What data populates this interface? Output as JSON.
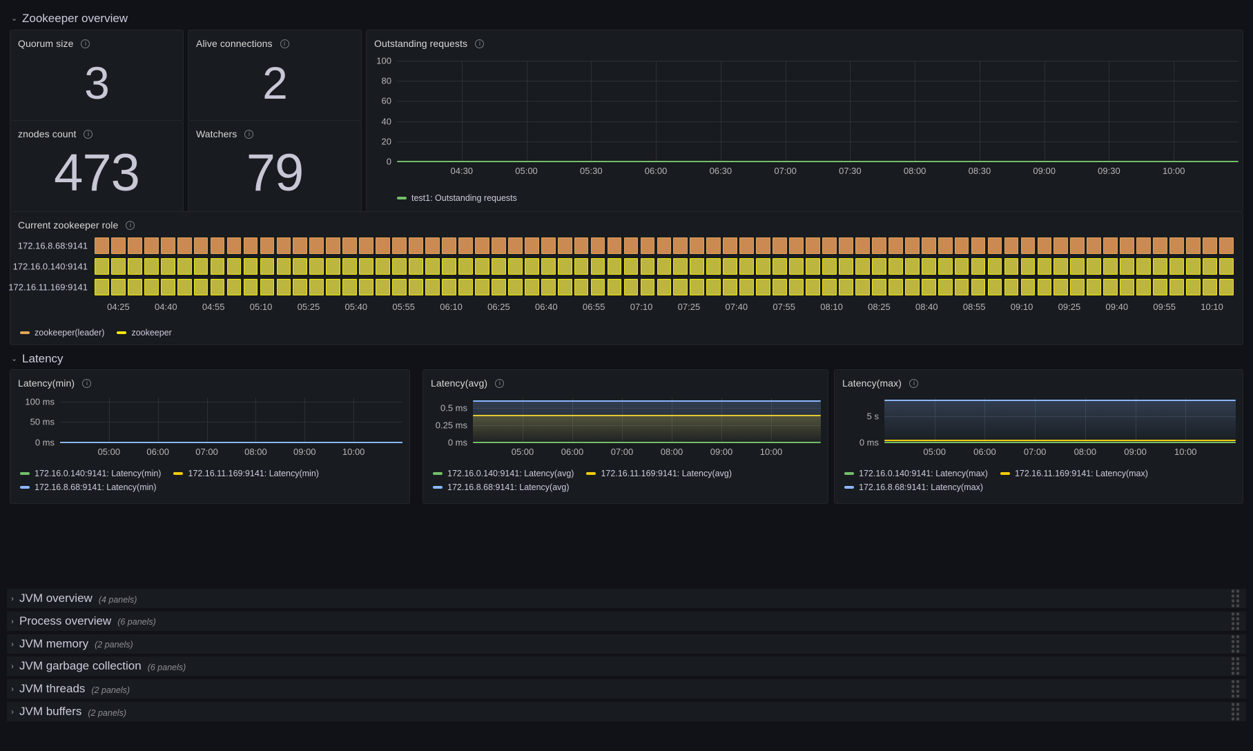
{
  "rows": {
    "zookeeper_overview": {
      "title": "Zookeeper overview",
      "chevron": "⌄"
    },
    "latency": {
      "title": "Latency",
      "chevron": "⌄"
    }
  },
  "stats": [
    {
      "title": "Quorum size",
      "value": "3"
    },
    {
      "title": "Alive connections",
      "value": "2"
    },
    {
      "title": "znodes count",
      "value": "473"
    },
    {
      "title": "Watchers",
      "value": "79"
    }
  ],
  "panels": {
    "outstanding_requests": {
      "title": "Outstanding requests"
    },
    "zookeeper_role": {
      "title": "Current zookeeper role"
    },
    "latency_min": {
      "title": "Latency(min)"
    },
    "latency_avg": {
      "title": "Latency(avg)"
    },
    "latency_max": {
      "title": "Latency(max)"
    }
  },
  "collapsed_rows": [
    {
      "title": "JVM overview",
      "count": "(4 panels)",
      "chevron": "›"
    },
    {
      "title": "Process overview",
      "count": "(6 panels)",
      "chevron": "›"
    },
    {
      "title": "JVM memory",
      "count": "(2 panels)",
      "chevron": "›"
    },
    {
      "title": "JVM garbage collection",
      "count": "(6 panels)",
      "chevron": "›"
    },
    {
      "title": "JVM threads",
      "count": "(2 panels)",
      "chevron": "›"
    },
    {
      "title": "JVM buffers",
      "count": "(2 panels)",
      "chevron": "›"
    }
  ],
  "colors": {
    "green": "#73bf69",
    "yellow": "#f2cc0c",
    "blue": "#8ab8ff",
    "orange": "#ca8a52",
    "orange_border": "#e0a458",
    "role_yellow": "#bcb63f",
    "role_yellow_border": "#f2e60c",
    "grid": "#2c3235",
    "panel_bg": "#181b1f",
    "page_bg": "#111217"
  },
  "chart_data": [
    {
      "type": "line",
      "name": "outstanding_requests",
      "title": "Outstanding requests",
      "xlabel": "",
      "ylabel": "",
      "ylim": [
        0,
        100
      ],
      "yticks": [
        "0",
        "20",
        "40",
        "60",
        "80",
        "100"
      ],
      "xticks": [
        "04:30",
        "05:00",
        "05:30",
        "06:00",
        "06:30",
        "07:00",
        "07:30",
        "08:00",
        "08:30",
        "09:00",
        "09:30",
        "10:00"
      ],
      "grid": true,
      "legend_position": "bottom",
      "series": [
        {
          "name": "test1: Outstanding requests",
          "color": "#73bf69",
          "constant_value": 0
        }
      ]
    },
    {
      "type": "heatmap",
      "name": "current_zookeeper_role",
      "title": "Current zookeeper role",
      "rows": [
        "172.16.8.68:9141",
        "172.16.0.140:9141",
        "172.16.11.169:9141"
      ],
      "row_states": [
        "zookeeper(leader)",
        "zookeeper",
        "zookeeper"
      ],
      "xticks": [
        "04:25",
        "04:40",
        "04:55",
        "05:10",
        "05:25",
        "05:40",
        "05:55",
        "06:10",
        "06:25",
        "06:40",
        "06:55",
        "07:10",
        "07:25",
        "07:40",
        "07:55",
        "08:10",
        "08:25",
        "08:40",
        "08:55",
        "09:10",
        "09:25",
        "09:40",
        "09:55",
        "10:10"
      ],
      "legend_position": "bottom",
      "legend": [
        {
          "name": "zookeeper(leader)",
          "color": "#e0a458"
        },
        {
          "name": "zookeeper",
          "color": "#f2e60c"
        }
      ]
    },
    {
      "type": "line",
      "name": "latency_min",
      "title": "Latency(min)",
      "ylim": [
        0,
        110
      ],
      "yticks": [
        "0 ms",
        "50 ms",
        "100 ms"
      ],
      "xticks": [
        "05:00",
        "06:00",
        "07:00",
        "08:00",
        "09:00",
        "10:00"
      ],
      "grid": true,
      "legend_position": "bottom",
      "series": [
        {
          "name": "172.16.0.140:9141: Latency(min)",
          "color": "#73bf69",
          "constant_value": 0
        },
        {
          "name": "172.16.11.169:9141: Latency(min)",
          "color": "#f2cc0c",
          "constant_value": 0
        },
        {
          "name": "172.16.8.68:9141: Latency(min)",
          "color": "#8ab8ff",
          "constant_value": 0
        }
      ]
    },
    {
      "type": "area",
      "name": "latency_avg",
      "title": "Latency(avg)",
      "ylim": [
        0,
        0.65
      ],
      "yticks": [
        "0 ms",
        "0.25 ms",
        "0.5 ms"
      ],
      "xticks": [
        "05:00",
        "06:00",
        "07:00",
        "08:00",
        "09:00",
        "10:00"
      ],
      "grid": true,
      "legend_position": "bottom",
      "series": [
        {
          "name": "172.16.0.140:9141: Latency(avg)",
          "color": "#73bf69",
          "constant_value": 0
        },
        {
          "name": "172.16.11.169:9141: Latency(avg)",
          "color": "#f2cc0c",
          "constant_value": 0.39
        },
        {
          "name": "172.16.8.68:9141: Latency(avg)",
          "color": "#8ab8ff",
          "constant_value": 0.6
        }
      ]
    },
    {
      "type": "area",
      "name": "latency_max",
      "title": "Latency(max)",
      "ylim": [
        0,
        8.5
      ],
      "yticks": [
        "0 ms",
        "5 s"
      ],
      "xticks": [
        "05:00",
        "06:00",
        "07:00",
        "08:00",
        "09:00",
        "10:00"
      ],
      "grid": true,
      "legend_position": "bottom",
      "series": [
        {
          "name": "172.16.0.140:9141: Latency(max)",
          "color": "#73bf69",
          "constant_value": 0
        },
        {
          "name": "172.16.11.169:9141: Latency(max)",
          "color": "#f2cc0c",
          "constant_value": 0.4
        },
        {
          "name": "172.16.8.68:9141: Latency(max)",
          "color": "#8ab8ff",
          "constant_value": 8
        }
      ]
    }
  ]
}
